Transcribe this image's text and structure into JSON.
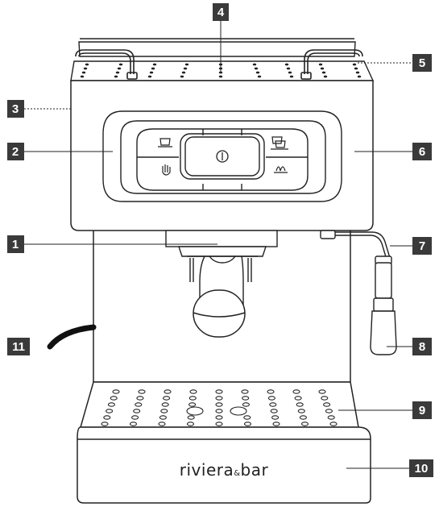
{
  "diagram": {
    "brand": {
      "name": "riviera",
      "amp": "&",
      "suffix": "bar"
    },
    "callouts": [
      {
        "id": "1",
        "text": "1",
        "part": "filter-holder"
      },
      {
        "id": "2",
        "text": "2",
        "part": "control-panel-left"
      },
      {
        "id": "3",
        "text": "3",
        "part": "water-tank-side"
      },
      {
        "id": "4",
        "text": "4",
        "part": "cup-warmer-tray"
      },
      {
        "id": "5",
        "text": "5",
        "part": "tray-rail"
      },
      {
        "id": "6",
        "text": "6",
        "part": "control-panel-right"
      },
      {
        "id": "7",
        "text": "7",
        "part": "steam-pipe"
      },
      {
        "id": "8",
        "text": "8",
        "part": "frothing-nozzle"
      },
      {
        "id": "9",
        "text": "9",
        "part": "drip-grid"
      },
      {
        "id": "10",
        "text": "10",
        "part": "drip-tray"
      },
      {
        "id": "11",
        "text": "11",
        "part": "power-cord"
      }
    ],
    "colors": {
      "line": "#222222",
      "label_bg": "#3a3a3a",
      "label_text": "#ffffff"
    }
  }
}
